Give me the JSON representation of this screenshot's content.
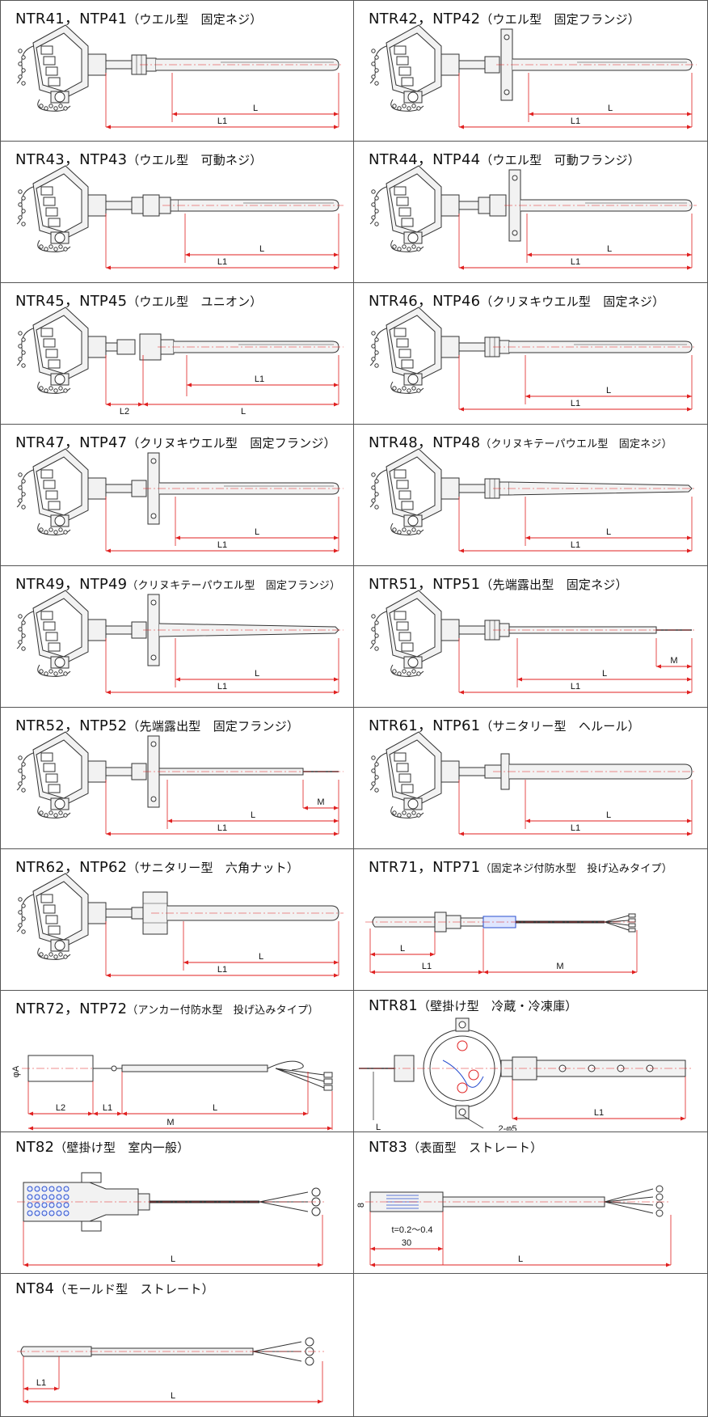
{
  "colors": {
    "outline": "#333333",
    "dimension": "#e02020",
    "fill": "#f2f2f2",
    "centerline": "#e02020",
    "highlight": "#2a4fcf"
  },
  "cells": [
    {
      "id": "ntr41",
      "code": "NTR41，NTP41",
      "desc": "（ウエル型　固定ネジ）",
      "type": "head",
      "fit": "nut",
      "tube": "well",
      "dims": {
        "a": "L",
        "b": "L1"
      }
    },
    {
      "id": "ntr42",
      "code": "NTR42，NTP42",
      "desc": "（ウエル型　固定フランジ）",
      "type": "head",
      "fit": "flange",
      "tube": "well",
      "dims": {
        "a": "L",
        "b": "L1"
      }
    },
    {
      "id": "ntr43",
      "code": "NTR43，NTP43",
      "desc": "（ウエル型　可動ネジ）",
      "type": "head",
      "fit": "movnut",
      "tube": "well",
      "dims": {
        "a": "L",
        "b": "L1"
      }
    },
    {
      "id": "ntr44",
      "code": "NTR44，NTP44",
      "desc": "（ウエル型　可動フランジ）",
      "type": "head",
      "fit": "movflange",
      "tube": "well",
      "dims": {
        "a": "L",
        "b": "L1"
      }
    },
    {
      "id": "ntr45",
      "code": "NTR45，NTP45",
      "desc": "（ウエル型　ユニオン）",
      "type": "head",
      "fit": "union",
      "tube": "well",
      "dims": {
        "a": "L1",
        "b": "L",
        "c": "L2"
      }
    },
    {
      "id": "ntr46",
      "code": "NTR46，NTP46",
      "desc": "（クリヌキウエル型　固定ネジ）",
      "type": "head",
      "fit": "nut",
      "tube": "well",
      "dims": {
        "a": "L",
        "b": "L1"
      }
    },
    {
      "id": "ntr47",
      "code": "NTR47，NTP47",
      "desc": "（クリヌキウエル型　固定フランジ）",
      "type": "head",
      "fit": "flange",
      "tube": "well",
      "dims": {
        "a": "L",
        "b": "L1"
      }
    },
    {
      "id": "ntr48",
      "code": "NTR48，NTP48",
      "desc": "（クリヌキテーパウエル型　固定ネジ）",
      "type": "head",
      "fit": "nut",
      "tube": "taper",
      "small": true,
      "dims": {
        "a": "L",
        "b": "L1"
      }
    },
    {
      "id": "ntr49",
      "code": "NTR49，NTP49",
      "desc": "（クリヌキテーパウエル型　固定フランジ）",
      "type": "head",
      "fit": "flange",
      "tube": "taper",
      "small": true,
      "dims": {
        "a": "L",
        "b": "L1"
      }
    },
    {
      "id": "ntr51",
      "code": "NTR51，NTP51",
      "desc": "（先端露出型　固定ネジ）",
      "type": "head",
      "fit": "nut",
      "tube": "exposed",
      "dims": {
        "a": "L",
        "b": "L1",
        "c": "M"
      }
    },
    {
      "id": "ntr52",
      "code": "NTR52，NTP52",
      "desc": "（先端露出型　固定フランジ）",
      "type": "head",
      "fit": "flange",
      "tube": "exposed",
      "dims": {
        "a": "L",
        "b": "L1",
        "c": "M"
      }
    },
    {
      "id": "ntr61",
      "code": "NTR61，NTP61",
      "desc": "（サニタリー型　ヘルール）",
      "type": "head",
      "fit": "ferrule",
      "tube": "thick",
      "dims": {
        "a": "L",
        "b": "L1"
      }
    },
    {
      "id": "ntr62",
      "code": "NTR62，NTP62",
      "desc": "（サニタリー型　六角ナット）",
      "type": "head",
      "fit": "hexnut",
      "tube": "thick",
      "dims": {
        "a": "L",
        "b": "L1"
      }
    },
    {
      "id": "ntr71",
      "code": "NTR71，NTP71",
      "desc": "（固定ネジ付防水型　投げ込みタイプ）",
      "type": "immersion",
      "small": true,
      "dims": {
        "a": "L",
        "b": "L1",
        "c": "M"
      }
    },
    {
      "id": "ntr72",
      "code": "NTR72，NTP72",
      "desc": "（アンカー付防水型　投げ込みタイプ）",
      "type": "anchor",
      "small": true,
      "dims": {
        "a": "L2",
        "b": "L1",
        "c": "L",
        "d": "M",
        "e": "φA"
      }
    },
    {
      "id": "ntr81",
      "code": "NTR81",
      "desc": "（壁掛け型　冷蔵・冷凍庫）",
      "type": "wall",
      "dims": {
        "a": "L",
        "b": "L1",
        "c": "2-φ5"
      }
    },
    {
      "id": "nt82",
      "code": "NT82",
      "desc": "（壁掛け型　室内一般）",
      "type": "room",
      "dims": {
        "a": "L"
      }
    },
    {
      "id": "nt83",
      "code": "NT83",
      "desc": "（表面型　ストレート）",
      "type": "surface",
      "dims": {
        "a": "t=0.2～0.4",
        "b": "30",
        "c": "L",
        "d": "8"
      }
    },
    {
      "id": "nt84",
      "code": "NT84",
      "desc": "（モールド型　ストレート）",
      "type": "mold",
      "dims": {
        "a": "L1",
        "b": "L"
      }
    }
  ]
}
